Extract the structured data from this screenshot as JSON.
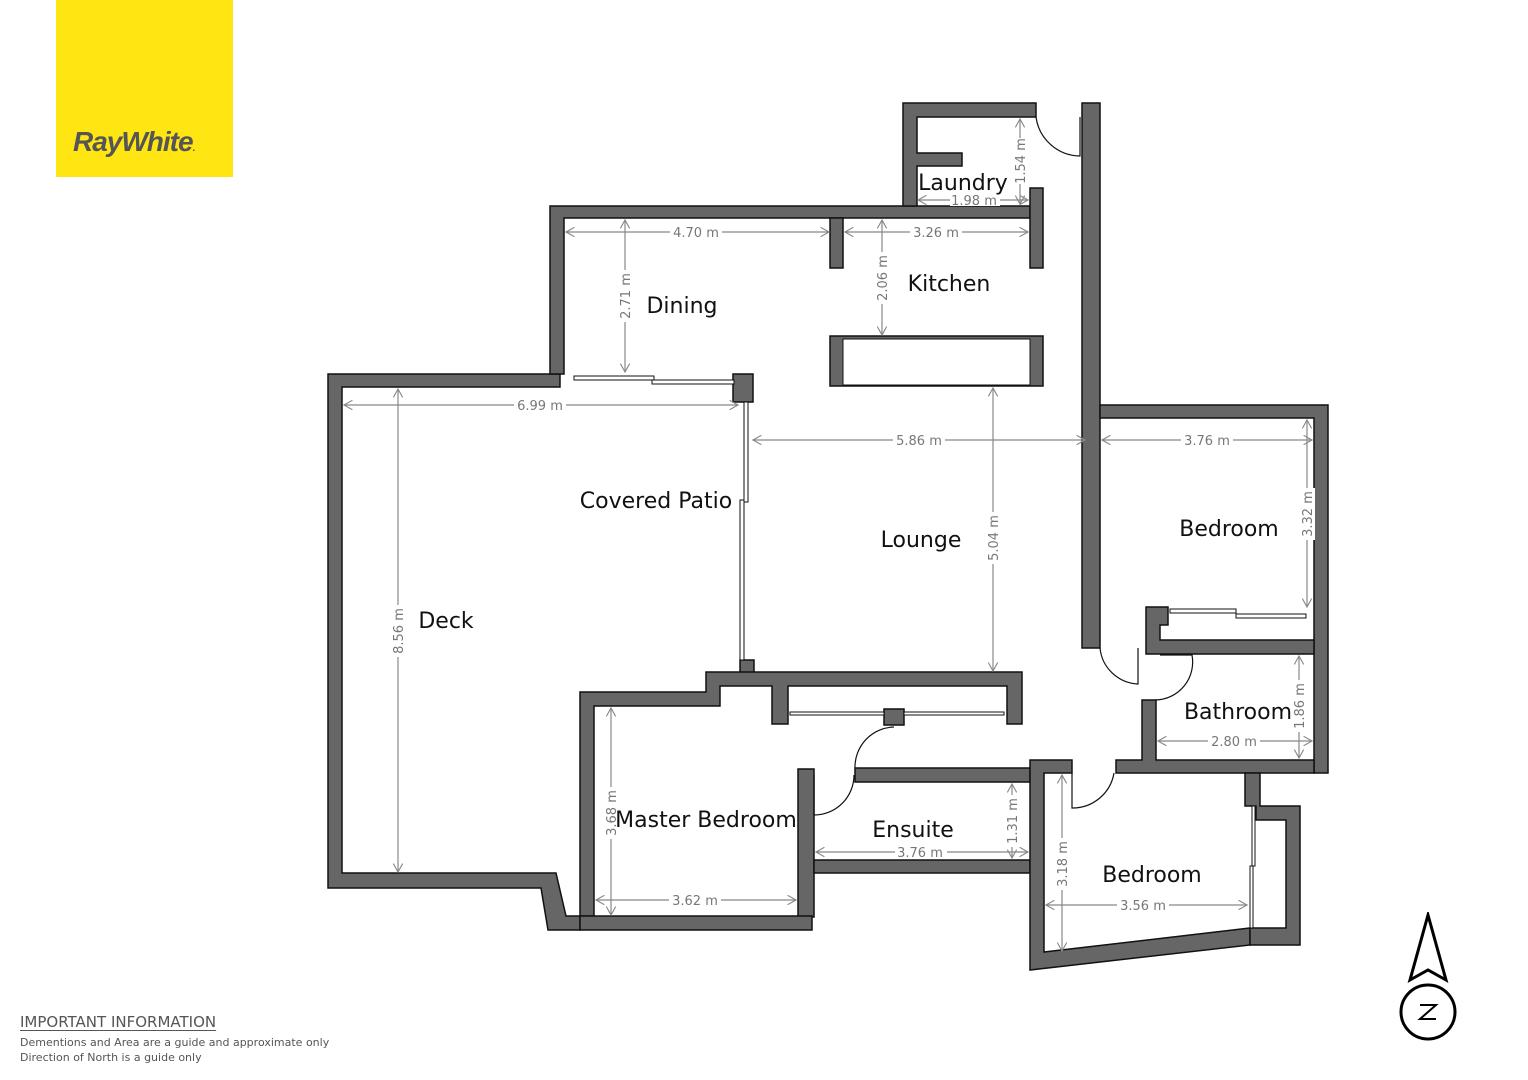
{
  "brand": {
    "name": "RayWhite",
    "dot": ".",
    "background_color": "#FFE512",
    "text_color": "#555555"
  },
  "floorplan": {
    "wall_color": "#666666",
    "rooms": [
      {
        "id": "laundry",
        "label": "Laundry",
        "dims": [
          "1.98 m",
          "1.54 m"
        ]
      },
      {
        "id": "dining",
        "label": "Dining",
        "dims": [
          "4.70 m",
          "2.71 m"
        ]
      },
      {
        "id": "kitchen",
        "label": "Kitchen",
        "dims": [
          "3.26 m",
          "2.06 m"
        ]
      },
      {
        "id": "covered-patio",
        "label": "Covered Patio",
        "dims": [
          "6.99 m"
        ]
      },
      {
        "id": "deck",
        "label": "Deck",
        "dims": [
          "8.56 m"
        ]
      },
      {
        "id": "lounge",
        "label": "Lounge",
        "dims": [
          "5.86 m",
          "5.04 m"
        ]
      },
      {
        "id": "bedroom-1",
        "label": "Bedroom",
        "dims": [
          "3.76 m",
          "3.32 m"
        ]
      },
      {
        "id": "bathroom",
        "label": "Bathroom",
        "dims": [
          "2.80 m",
          "1.86 m"
        ]
      },
      {
        "id": "master-bedroom",
        "label": "Master Bedroom",
        "dims": [
          "3.62 m",
          "3.68 m"
        ]
      },
      {
        "id": "ensuite",
        "label": "Ensuite",
        "dims": [
          "3.76 m",
          "1.31 m"
        ]
      },
      {
        "id": "bedroom-2",
        "label": "Bedroom",
        "dims": [
          "3.56 m",
          "3.18 m"
        ]
      }
    ]
  },
  "compass": {
    "letter": "N",
    "icon": "north-arrow-icon"
  },
  "info": {
    "title": "IMPORTANT INFORMATION",
    "lines": [
      "Dementions and Area are a guide and approximate only",
      "Direction of North is a guide only"
    ]
  }
}
